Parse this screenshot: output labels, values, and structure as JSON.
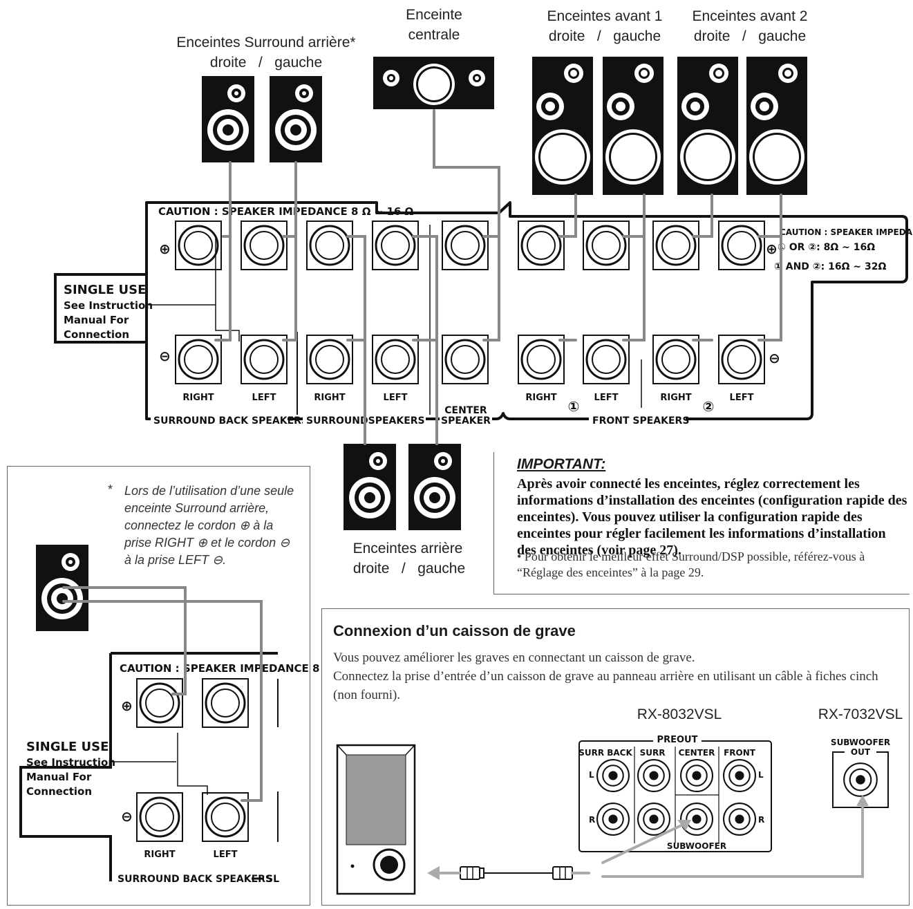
{
  "labels": {
    "surround_back_title": "Enceintes Surround arrière*",
    "surround_back_sides": "droite   /   gauche",
    "center_title_1": "Enceinte",
    "center_title_2": "centrale",
    "front1_title": "Enceintes avant 1",
    "front1_sides": "droite   /   gauche",
    "front2_title": "Enceintes avant 2",
    "front2_sides": "droite   /   gauche",
    "rear_title": "Enceintes arrière",
    "rear_sides": "droite   /   gauche"
  },
  "panel": {
    "caution_main": "CAUTION : SPEAKER  IMPEDANCE 8 Ω ~ 16 Ω",
    "caution_front_1": "CAUTION : SPEAKER  IMPEDANCE",
    "caution_front_2": "① OR ②:  8Ω ~ 16Ω",
    "caution_front_3": "① AND ②:  16Ω ~ 32Ω",
    "single_use": "SINGLE USE",
    "see_instruction_1": "See Instruction",
    "see_instruction_2": "Manual For",
    "see_instruction_3": "Connection",
    "plus": "⊕",
    "minus": "⊖",
    "right": "RIGHT",
    "left": "LEFT",
    "circle1": "①",
    "circle2": "②",
    "group_surround_back": "SURROUND BACK SPEAKERS",
    "group_surround": "SURROUNDSPEAKERS",
    "group_center_1": "CENTER",
    "group_center_2": "SPEAKER",
    "group_front": "FRONT SPEAKERS"
  },
  "inset": {
    "caution": "CAUTION : SPEAKER  IMPEDANCE 8",
    "single_use": "SINGLE USE",
    "see_instruction_1": "See Instruction",
    "see_instruction_2": "Manual For",
    "see_instruction_3": "Connection",
    "right": "RIGHT",
    "left": "LEFT",
    "group": "SURROUND BACK SPEAKERS",
    "group_cut": "SL"
  },
  "note": {
    "star": "*",
    "text": "Lors de l’utilisation d’une seule enceinte Surround arrière, connectez le cordon ⊕ à la prise RIGHT ⊕ et le cordon ⊖ à la prise LEFT ⊖."
  },
  "important": {
    "title": "IMPORTANT:",
    "body": "Après avoir connecté les enceintes, réglez correctement les informations d’installation des enceintes (configuration rapide des enceintes). Vous pouvez utiliser la configuration rapide des enceintes pour régler facilement les informations d’installation des enceintes (voir page 27).",
    "bullet": "• Pour obtenir le meilleur effet Surround/DSP possible, référez-vous à “Réglage des enceintes” à la page 29."
  },
  "subwoofer": {
    "title": "Connexion d’un caisson de grave",
    "desc_1": "Vous pouvez améliorer les graves en connectant un caisson de grave.",
    "desc_2": "Connectez la prise d’entrée d’un caisson de grave au panneau arrière en utilisant un câble à fiches cinch (non fourni).",
    "model_1": "RX-8032VSL",
    "model_2": "RX-7032VSL",
    "preout": "PREOUT",
    "col_surr_back": "SURR BACK",
    "col_surr": "SURR",
    "col_center": "CENTER",
    "col_front": "FRONT",
    "row_l": "L",
    "row_r": "R",
    "subwoofer_label": "SUBWOOFER",
    "sub_out_1": "SUBWOOFER",
    "sub_out_2": "OUT"
  }
}
